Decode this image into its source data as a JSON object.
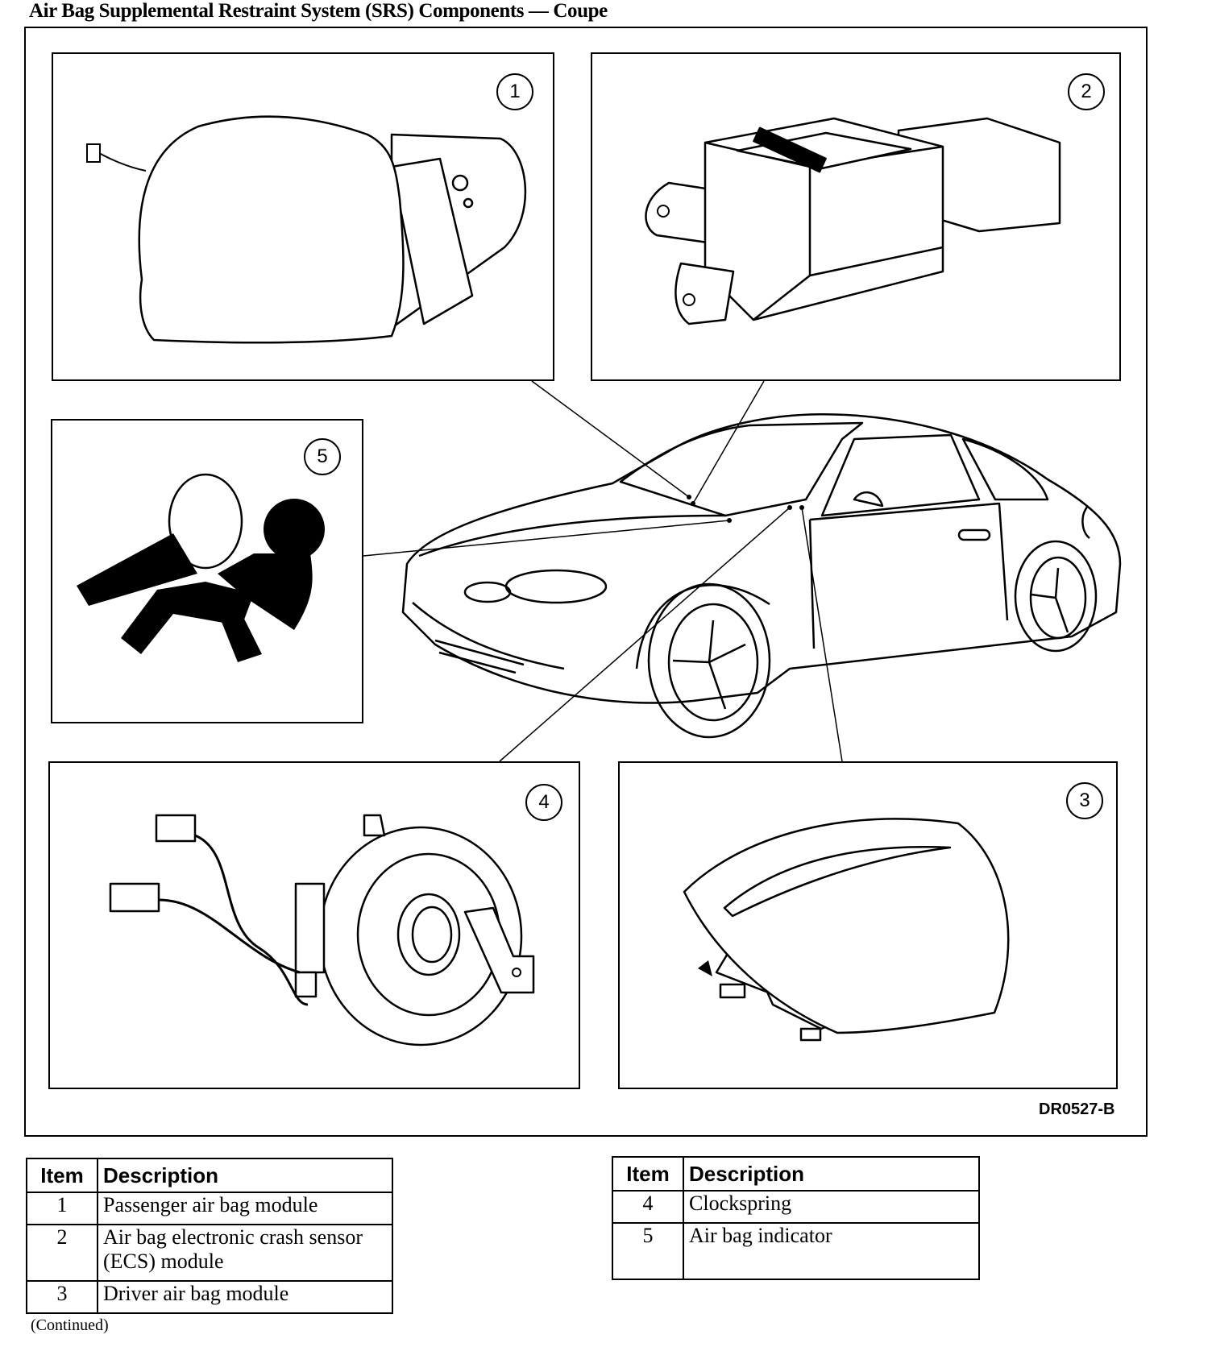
{
  "title": "Air Bag Supplemental Restraint System (SRS) Components — Coupe",
  "figure_code": "DR0527-B",
  "callouts": [
    "1",
    "2",
    "3",
    "4",
    "5"
  ],
  "legend_left": {
    "headers": {
      "item": "Item",
      "description": "Description"
    },
    "rows": [
      {
        "item": "1",
        "description": "Passenger air bag module"
      },
      {
        "item": "2",
        "description": "Air bag electronic crash sensor (ECS) module"
      },
      {
        "item": "3",
        "description": "Driver air bag module"
      }
    ]
  },
  "legend_right": {
    "headers": {
      "item": "Item",
      "description": "Description"
    },
    "rows": [
      {
        "item": "4",
        "description": "Clockspring"
      },
      {
        "item": "5",
        "description": "Air bag indicator"
      }
    ]
  },
  "continued": "(Continued)",
  "icons": [
    "passenger-airbag-module-icon",
    "crash-sensor-module-icon",
    "driver-airbag-module-icon",
    "clockspring-icon",
    "airbag-indicator-icon",
    "coupe-car-icon"
  ]
}
